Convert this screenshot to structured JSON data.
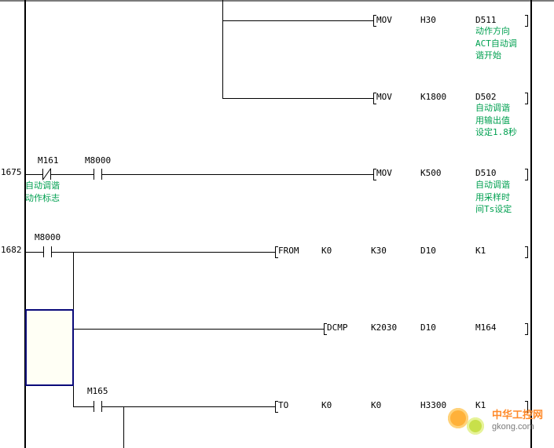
{
  "rungs": [
    {
      "step": "",
      "instruction": {
        "mnemonic": "MOV",
        "operands": [
          "H30",
          "D511"
        ]
      },
      "comment": [
        "动作方向",
        "ACT自动调",
        "谐开始"
      ]
    },
    {
      "step": "",
      "instruction": {
        "mnemonic": "MOV",
        "operands": [
          "K1800",
          "D502"
        ]
      },
      "comment": [
        "自动调谐",
        "用输出值",
        "设定1.8秒"
      ]
    },
    {
      "step": "1675",
      "contacts": [
        {
          "device": "M161",
          "type": "normally-closed",
          "comment": [
            "自动调谐",
            "动作标志"
          ]
        },
        {
          "device": "M8000",
          "type": "normally-open"
        }
      ],
      "instruction": {
        "mnemonic": "MOV",
        "operands": [
          "K500",
          "D510"
        ]
      },
      "comment": [
        "自动调谐",
        "用采样时",
        "间Ts设定"
      ]
    },
    {
      "step": "1682",
      "contacts": [
        {
          "device": "M8000",
          "type": "normally-open"
        }
      ],
      "instruction": {
        "mnemonic": "FROM",
        "operands": [
          "K0",
          "K30",
          "D10",
          "K1"
        ]
      }
    },
    {
      "step": "",
      "instruction": {
        "mnemonic": "DCMP",
        "operands": [
          "K2030",
          "D10",
          "M164"
        ]
      }
    },
    {
      "step": "",
      "contacts": [
        {
          "device": "M165",
          "type": "normally-open"
        }
      ],
      "instruction": {
        "mnemonic": "TO",
        "operands": [
          "K0",
          "K0",
          "H3300",
          "K1"
        ]
      }
    }
  ],
  "watermark": {
    "name": "中华工控网",
    "url": "gkong.com"
  },
  "colors": {
    "comment": "#00a050",
    "cursor": "#0a0a7a",
    "watermark": "#ff8a2a"
  }
}
